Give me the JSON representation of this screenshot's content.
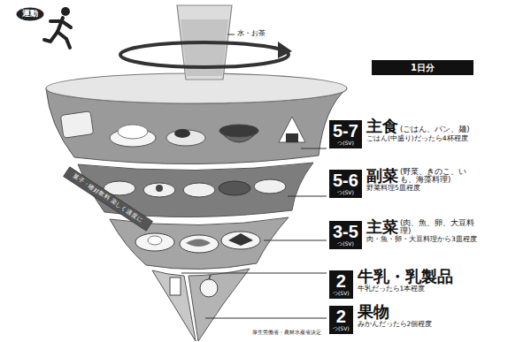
{
  "diagram": {
    "nodes": [
      {
        "text": [
          "運動"
        ]
      },
      {
        "text": [
          "1日分"
        ]
      },
      {
        "text": [
          "5-7",
          "つ(SV)",
          "主食",
          "(ごはん、パン、麺)",
          "ごはん(中盛り)だったら4杯程度"
        ]
      },
      {
        "text": [
          "5-6",
          "つ(SV)",
          "副菜",
          "(野菜、きのこ、いも、海藻料理)",
          "野菜料理5皿程度"
        ]
      },
      {
        "text": [
          "3-5",
          "つ(SV)",
          "主菜",
          "(肉、魚、卵、大豆料理)",
          "肉・魚・卵・大豆料理から3皿程度"
        ]
      },
      {
        "text": [
          "2",
          "つ(SV)",
          "牛乳・乳製品",
          "牛乳だったら1本程度"
        ]
      },
      {
        "text": [
          "2",
          "つ(SV)",
          "果物",
          "みかんだったら2個程度"
        ]
      }
    ],
    "labels": [
      "水・お茶",
      "菓子・嗜好飲料 楽しく適度に",
      "厚生労働省・農林水産省決定"
    ]
  }
}
